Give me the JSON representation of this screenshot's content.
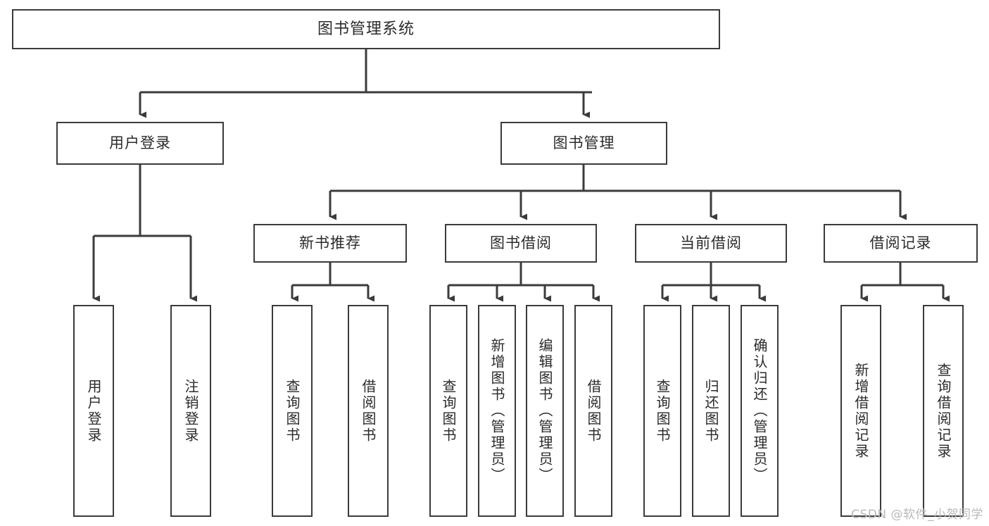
{
  "diagram": {
    "type": "tree",
    "title": "图书管理系统",
    "stroke_color": "#3b3b3b",
    "fill_color": "#ffffff",
    "text_color": "#2b2b2b",
    "watermark": "CSDN @软件_小贺同学"
  },
  "nodes": {
    "root": {
      "label": "图书管理系统"
    },
    "level2": [
      {
        "label": "用户登录"
      },
      {
        "label": "图书管理"
      }
    ],
    "level3": [
      {
        "label": "新书推荐"
      },
      {
        "label": "图书借阅"
      },
      {
        "label": "当前借阅"
      },
      {
        "label": "借阅记录"
      }
    ],
    "leaves": {
      "user_login": [
        {
          "label": "用户登录"
        },
        {
          "label": "注销登录"
        }
      ],
      "new_book_recommend": [
        {
          "label": "查询图书"
        },
        {
          "label": "借阅图书"
        }
      ],
      "book_borrow": [
        {
          "label": "查询图书"
        },
        {
          "label": "新增图书（管理员）"
        },
        {
          "label": "编辑图书（管理员）"
        },
        {
          "label": "借阅图书"
        }
      ],
      "current_borrow": [
        {
          "label": "查询图书"
        },
        {
          "label": "归还图书"
        },
        {
          "label": "确认归还（管理员）"
        }
      ],
      "borrow_record": [
        {
          "label": "新增借阅记录"
        },
        {
          "label": "查询借阅记录"
        }
      ]
    }
  }
}
